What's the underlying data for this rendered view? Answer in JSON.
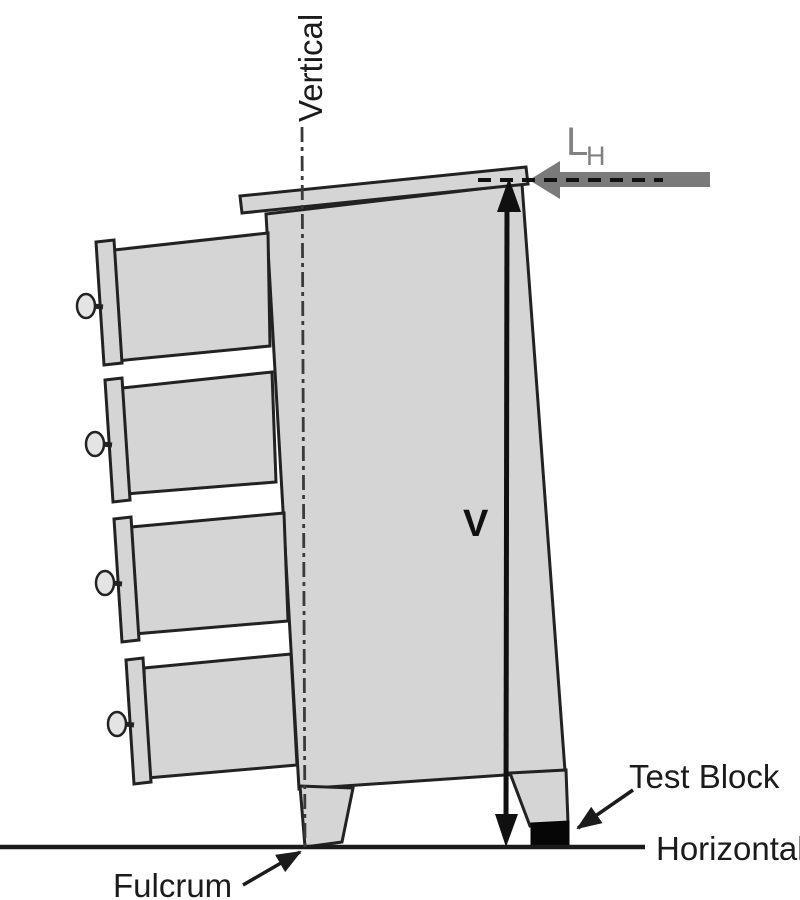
{
  "figure": {
    "drawer_count": 4,
    "labels": {
      "vertical": "Vertical",
      "horizontal": "Horizontal",
      "fulcrum": "Fulcrum",
      "test_block": "Test Block",
      "v_dimension": "V",
      "load_main": "L",
      "load_sub": "H"
    },
    "colors": {
      "background": "#ffffff",
      "cabinet_fill": "#d5d5d5",
      "cabinet_outline": "#222222",
      "knob_fill": "#e4e4e4",
      "ground_color": "#1b1b1b",
      "reference_line": "#3a3a3a",
      "dimension_color": "#101010",
      "load_arrow": "#7a7a7a",
      "load_label": "#818181",
      "label_color": "#1b1b1b",
      "test_block": "#060606"
    }
  }
}
